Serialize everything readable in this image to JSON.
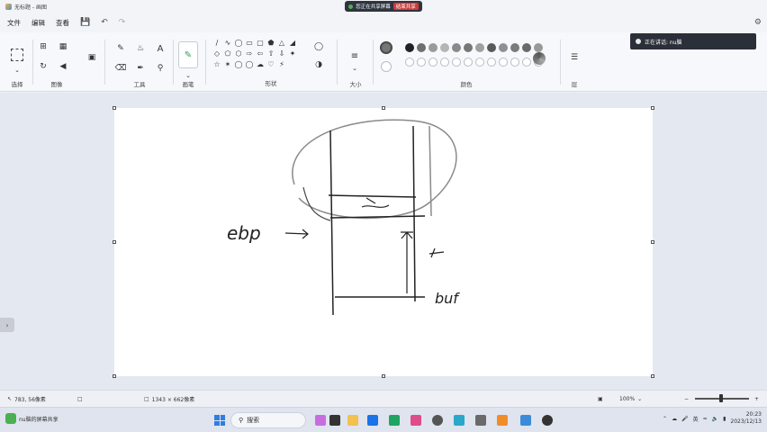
{
  "window": {
    "title": "无标题 - 画图"
  },
  "share_bar": {
    "label": "您正在共享屏幕",
    "stop": "结束共享"
  },
  "menu": {
    "file": "文件",
    "edit": "编辑",
    "view": "查看"
  },
  "ribbon": {
    "groups": {
      "select": "选择",
      "image": "图像",
      "tools": "工具",
      "brushes": "画笔",
      "shapes": "形状",
      "size": "大小",
      "colors": "颜色",
      "layers": "层"
    }
  },
  "notification": {
    "text": "正在讲话: nu脑"
  },
  "colors": {
    "accent": "#2f7de1",
    "swatches_row1": [
      "#222222",
      "#6f6f6f",
      "#9a9a9a",
      "#b5b5b5",
      "#8a8a8a",
      "#777777",
      "#a0a0a0",
      "#5a5a5a",
      "#909090",
      "#7b7b7b",
      "#6a6a6a",
      "#999999"
    ],
    "swatches_row2": [
      "#ffffff",
      "#d0d0d0",
      "#c0c0c0",
      "#b0b0b0",
      "#e0e0e0",
      "#cfcfcf",
      "#bfbfbf",
      "#d8d8d8",
      "#c8c8c8",
      "#bdbdbd",
      "#e6e6e6",
      "#d2d2d2"
    ]
  },
  "status": {
    "cursor": "783, 56像素",
    "canvas_size": "1343 × 662像素",
    "zoom": "100%"
  },
  "taskbar": {
    "left_app": "nu脑的屏幕共享",
    "search_placeholder": "搜索",
    "lang": "英",
    "time": "20:23",
    "date": "2023/12/13"
  },
  "drawing": {
    "labels": [
      "ebp",
      "buf"
    ]
  }
}
